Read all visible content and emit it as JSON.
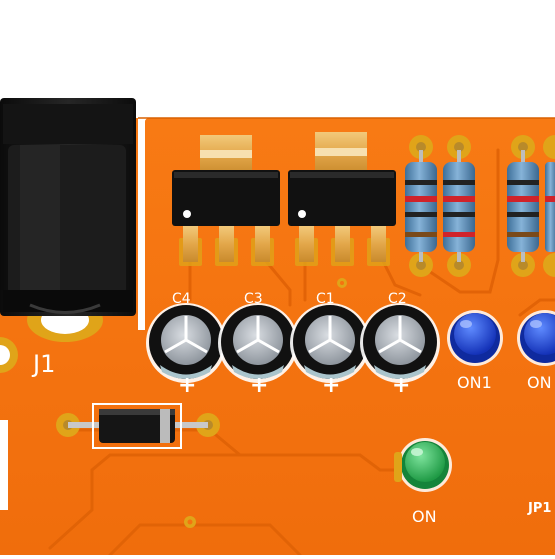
{
  "scene": {
    "description_free": true,
    "board_color": "#f5730f",
    "silk_color": "#ffffff",
    "pad_color": "#e0a419"
  },
  "labels": {
    "j1": "J1",
    "c4": "C4",
    "c3": "C3",
    "c1": "C1",
    "c2": "C2",
    "led_on1": "ON1",
    "led_on2": "ON",
    "led_green": "ON",
    "jp1": "JP1",
    "plus": "+"
  }
}
